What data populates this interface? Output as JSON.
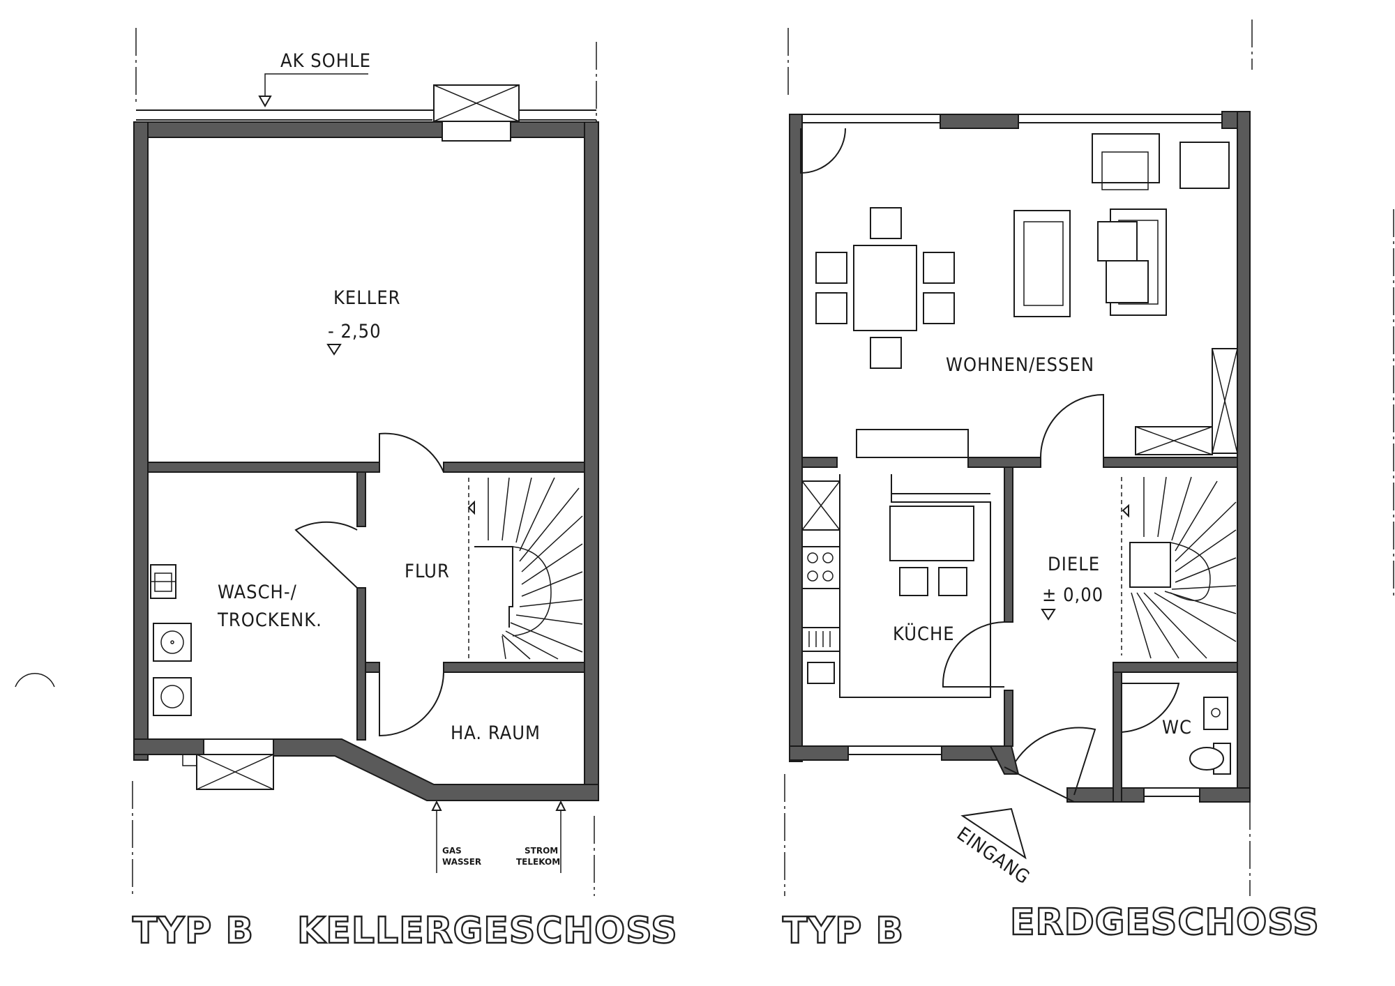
{
  "basement": {
    "rooms": {
      "keller": "KELLER",
      "wasch_line1": "WASCH-/",
      "wasch_line2": "TROCKENK.",
      "flur": "FLUR",
      "ha_raum": "HA. RAUM"
    },
    "level": "- 2,50",
    "ak_sohle": "AK SOHLE",
    "utility_left_line1": "GAS",
    "utility_left_line2": "WASSER",
    "utility_right_line1": "STROM",
    "utility_right_line2": "TELEKOM",
    "title_type": "TYP B",
    "title_floor": "KELLERGESCHOSS"
  },
  "ground": {
    "rooms": {
      "wohnen": "WOHNEN/ESSEN",
      "kueche": "KÜCHE",
      "diele": "DIELE",
      "wc": "WC"
    },
    "level": "± 0,00",
    "entrance": "EINGANG",
    "title_type": "TYP B",
    "title_floor": "ERDGESCHOSS"
  },
  "colors": {
    "wall_fill": "#5a5a5a",
    "line": "#1a1a1a",
    "paper": "#ffffff"
  }
}
